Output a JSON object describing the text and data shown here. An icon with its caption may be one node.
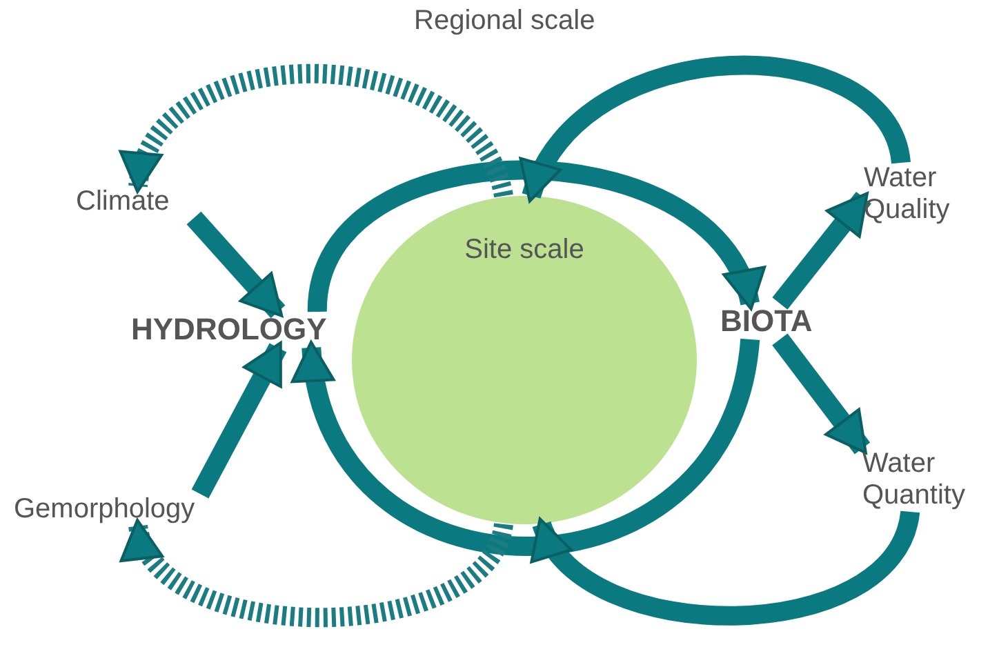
{
  "diagram": {
    "nodes": [
      {
        "text": [
          "Site scale"
        ]
      },
      {
        "text": [
          "Climate"
        ]
      },
      {
        "text": [
          "HYDROLOGY"
        ]
      },
      {
        "text": [
          "Gemorphology"
        ]
      },
      {
        "text": [
          "BIOTA"
        ]
      },
      {
        "text": [
          "Water Quality"
        ]
      },
      {
        "text": [
          "Water Quantity"
        ]
      }
    ],
    "edges": [
      {
        "from": 1,
        "to": 2,
        "arrow": "to"
      },
      {
        "from": 3,
        "to": 2,
        "arrow": "to"
      },
      {
        "from": 2,
        "to": 4,
        "arrow": "to"
      },
      {
        "from": 4,
        "to": 2,
        "arrow": "to"
      },
      {
        "from": 0,
        "to": 1,
        "arrow": "to",
        "style": "dashed"
      },
      {
        "from": 5,
        "to": 0,
        "arrow": "to"
      },
      {
        "from": 0,
        "to": 3,
        "arrow": "to",
        "style": "dashed"
      },
      {
        "from": 6,
        "to": 0,
        "arrow": "to"
      },
      {
        "from": 4,
        "to": 5,
        "arrow": "to"
      },
      {
        "from": 4,
        "to": 6,
        "arrow": "to"
      }
    ],
    "labels": [
      "Regional scale"
    ]
  }
}
